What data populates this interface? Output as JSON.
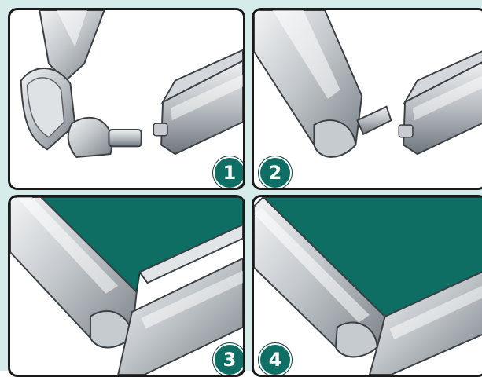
{
  "colors": {
    "page_background": "#d6ecea",
    "panel_background": "#ffffff",
    "panel_border": "#1a1a1a",
    "board_green": "#0e6e63",
    "badge_fill": "#0f6f64",
    "aluminium_light": "#e6e8ea",
    "aluminium_mid": "#b3b8bd",
    "aluminium_dark": "#6f767d"
  },
  "steps": [
    {
      "number": "1",
      "icon": "frame-corner-disassembled-icon"
    },
    {
      "number": "2",
      "icon": "frame-corner-joining-icon"
    },
    {
      "number": "3",
      "icon": "frame-corner-board-insert-icon"
    },
    {
      "number": "4",
      "icon": "frame-corner-assembled-icon"
    }
  ]
}
